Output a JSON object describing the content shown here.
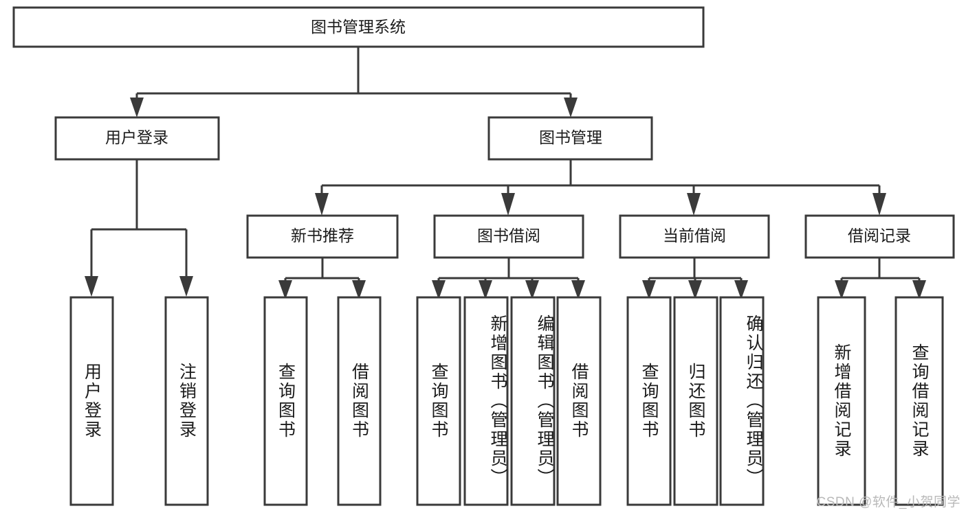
{
  "diagram": {
    "title": "图书管理系统",
    "type": "tree-hierarchy-diagram",
    "colors": {
      "box_stroke": "#3a3a3a",
      "box_fill": "#ffffff",
      "text": "#1b1b1b",
      "background": "#ffffff",
      "watermark": "#b9b9b9"
    },
    "root": {
      "label": "图书管理系统"
    },
    "level2": [
      {
        "label": "用户登录"
      },
      {
        "label": "图书管理"
      }
    ],
    "level3": [
      {
        "label": "新书推荐"
      },
      {
        "label": "图书借阅"
      },
      {
        "label": "当前借阅"
      },
      {
        "label": "借阅记录"
      }
    ],
    "leaves": {
      "user_login": [
        {
          "label": "用户登录"
        },
        {
          "label": "注销登录"
        }
      ],
      "new_book_recommend": [
        {
          "label": "查询图书"
        },
        {
          "label": "借阅图书"
        }
      ],
      "book_borrow": [
        {
          "label": "查询图书"
        },
        {
          "label": "新增图书（管理员）"
        },
        {
          "label": "编辑图书（管理员）"
        },
        {
          "label": "借阅图书"
        }
      ],
      "current_borrow": [
        {
          "label": "查询图书"
        },
        {
          "label": "归还图书"
        },
        {
          "label": "确认归还（管理员）"
        }
      ],
      "borrow_record": [
        {
          "label": "新增借阅记录"
        },
        {
          "label": "查询借阅记录"
        }
      ]
    }
  },
  "watermark": {
    "text": "CSDN @软件_小贺同学"
  }
}
